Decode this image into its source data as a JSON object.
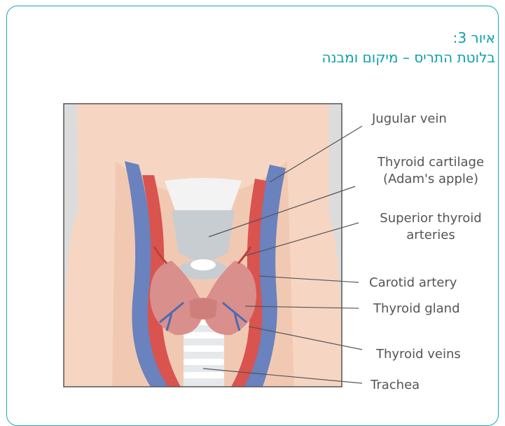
{
  "figure": {
    "number": "איור 3:",
    "title": "בלוטת התריס – מיקום ומבנה"
  },
  "labels": {
    "jugular_vein": "Jugular vein",
    "thyroid_cartilage_line1": "Thyroid cartilage",
    "thyroid_cartilage_line2": "(Adam's apple)",
    "superior_arteries_line1": "Superior thyroid",
    "superior_arteries_line2": "arteries",
    "carotid_artery": "Carotid artery",
    "thyroid_gland": "Thyroid gland",
    "thyroid_veins": "Thyroid veins",
    "trachea": "Trachea"
  },
  "colors": {
    "accent": "#0e9fb0",
    "frame_border": "#19a8b8",
    "skin": "#f6d6c2",
    "vein": "#6a82bd",
    "artery": "#d9534f",
    "gland": "#d98f8b",
    "cartilage": "#c7cdd1",
    "label_text": "#555555"
  }
}
